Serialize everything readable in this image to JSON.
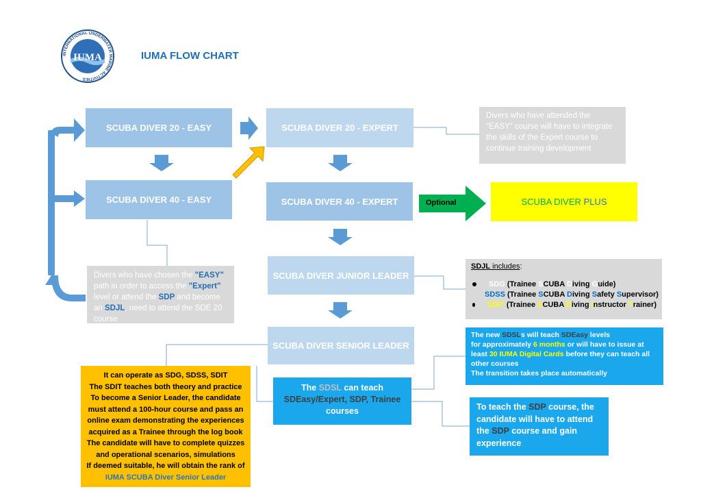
{
  "logo": {
    "center_text": "IUMA",
    "ring_text": "INTERNATIONAL UNDERWATER MARINE ACTIVITIES"
  },
  "title": "IUMA FLOW CHART",
  "boxes": {
    "easy20": "SCUBA DIVER 20 - EASY",
    "easy40": "SCUBA DIVER 40 - EASY",
    "expert20": "SCUBA DIVER 20 - EXPERT",
    "expert40": "SCUBA DIVER 40 - EXPERT",
    "junior": "SCUBA DIVER JUNIOR LEADER",
    "senior": "SCUBA DIVER SENIOR LEADER",
    "plus_a": "SCUBA DIVER ",
    "plus_b": "PLUS"
  },
  "optional_label": "Optional",
  "note_expert": "Divers who have attended the \"EASY\" course will have to integrate the skills of the Expert course to continue training development",
  "note_easy": {
    "t1": "Divers who have chosen the ",
    "t2": "\"EASY\"",
    "t3": " path in order to access the ",
    "t4": "\"Expert\"",
    "t5": " level or attend the ",
    "t6": "SDP",
    "t7": " and become an ",
    "t8": "SDJL",
    "t9": ", need to attend the SDE 20 course"
  },
  "sdjl": {
    "heading": "SDJL",
    "heading_rest": " includes",
    "colon": ":",
    "items": [
      {
        "code": "SDG",
        "desc": [
          [
            "(Trainee ",
            "dark"
          ],
          [
            "S",
            "white"
          ],
          [
            "CUBA ",
            "dark"
          ],
          [
            "D",
            "white"
          ],
          [
            "iving ",
            "dark"
          ],
          [
            "G",
            "white"
          ],
          [
            "uide)",
            "dark"
          ]
        ]
      },
      {
        "code": "SDSS",
        "desc": [
          [
            "(Trainee ",
            "dark"
          ],
          [
            "S",
            "blue"
          ],
          [
            "CUBA ",
            "dark"
          ],
          [
            "D",
            "blue"
          ],
          [
            "iving ",
            "dark"
          ],
          [
            "S",
            "blue"
          ],
          [
            "afety ",
            "dark"
          ],
          [
            "S",
            "blue"
          ],
          [
            "upervisor)",
            "dark"
          ]
        ]
      },
      {
        "code": "SDIT",
        "desc": [
          [
            "(Trainee ",
            "dark"
          ],
          [
            "S",
            "yellow"
          ],
          [
            "CUBA ",
            "dark"
          ],
          [
            "D",
            "yellow"
          ],
          [
            "iving ",
            "dark"
          ],
          [
            "I",
            "yellow"
          ],
          [
            "nstructor ",
            "dark"
          ],
          [
            "T",
            "yellow"
          ],
          [
            "rainer)",
            "dark"
          ]
        ]
      }
    ]
  },
  "sdsl_box": {
    "t1": "The ",
    "t2": "SDSL",
    "t3": " can teach",
    "t4": "SDEasy/Expert, SDP, Trainee",
    "t5": "courses"
  },
  "new_sdsl": {
    "p1": "The new ",
    "p2": "SDSL",
    "p3": "s will teach ",
    "p4": "SDEasy",
    "p5": " levels",
    "p6": "for approximately ",
    "p7": "6 months",
    "p8": " or will have to issue at least ",
    "p9": "30 IUMA Digital Cards",
    "p10": " before they can teach all other courses",
    "p11": "The transition takes place automatically"
  },
  "sdp_box": {
    "t1": "To teach the ",
    "t2": "SDP",
    "t3": " course, the candidate will have to attend the ",
    "t4": "SDP",
    "t5": " course and gain experience"
  },
  "orange_box": {
    "lines": [
      "It can operate as SDG, SDSS, SDIT",
      "The SDIT teaches both theory and practice",
      "To become a Senior Leader, the candidate must attend a 100-hour course and pass an online exam demonstrating the experiences acquired as a Trainee through the log book",
      "The candidate will have to complete quizzes and operational scenarios, simulations",
      "If deemed suitable, he will obtain the rank of"
    ],
    "rank": "IUMA SCUBA Diver Senior Leader"
  },
  "colors": {
    "title": "#1f6fb5",
    "box_blue": "#9dc3e6",
    "box_blue_light": "#bdd7ee",
    "arrow_blue": "#5b9bd5",
    "grey": "#d9d9d9",
    "yellow": "#ffff00",
    "green": "#00b050",
    "cyan": "#1aa7ec",
    "orange": "#ffc000",
    "gold_arrow": "#ffc000"
  }
}
